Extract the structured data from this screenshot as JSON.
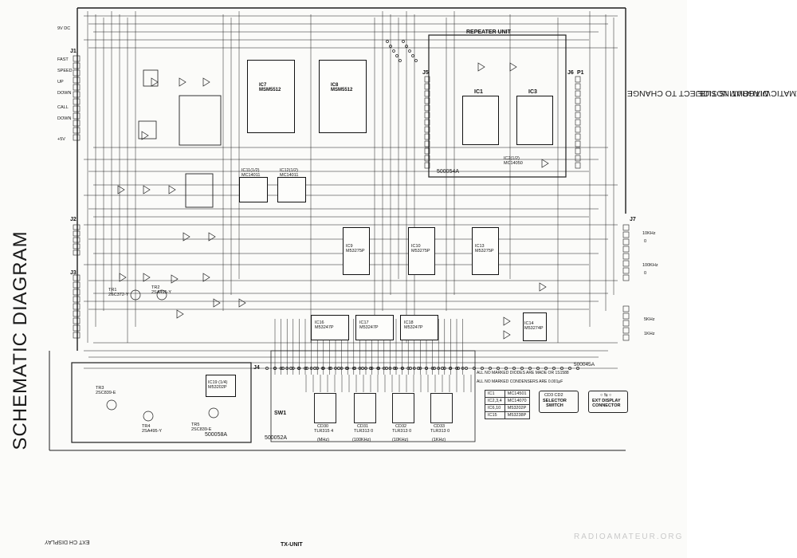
{
  "title": "SCHEMATIC DIAGRAM",
  "notice": [
    "THIS SCHEMATIC DIAGRAM IS SUBJECT TO CHANGE",
    "WITHOUT NOTICE"
  ],
  "repeater_unit": "REPEATER UNIT",
  "board_ids": {
    "repeater": "500054A",
    "main": "500052A",
    "lower_left": "500058A",
    "right": "500045A"
  },
  "connectors": {
    "j1": "J1",
    "j2": "J2",
    "j3": "J3",
    "j4": "J4",
    "j5": "J5",
    "j6": "J6",
    "j7": "J7",
    "p1": "P1",
    "sw1": "SW1"
  },
  "ics": {
    "ic7": "IC7\nMSM5512",
    "ic8": "IC8\nMSM5512",
    "ic1": "IC1",
    "ic3": "IC3",
    "ic11": "IC11(1/2)\nMC14011",
    "ic12": "IC12(1/2)\nMC14011",
    "ic16": "IC16\nM53247P",
    "ic17": "IC17\nM53247P",
    "ic18": "IC18\nM53247P",
    "ic9": "IC9\nM53275P",
    "ic10": "IC10\nM53275P",
    "ic13": "IC13\nM53275P",
    "ic14": "IC14\nM53274P",
    "ic19": "IC19 (1/4)\nM53202P",
    "ic2": "IC2(1/2)\nMC14050"
  },
  "transistors": {
    "tr1": "TR1\n2SC372-Y",
    "tr2": "TR2\n2SA495-Y",
    "tr3": "TR3\n2SC839-E",
    "tr4": "TR4\n2SA495-Y",
    "tr5": "TR5\n2SC839-E"
  },
  "displays": [
    {
      "name": "CD30",
      "part": "TLR315 4",
      "unit": "(MHz)"
    },
    {
      "name": "CD31",
      "part": "TLR313 0",
      "unit": "(100KHz)"
    },
    {
      "name": "CD32",
      "part": "TLR313 0",
      "unit": "(10KHz)"
    },
    {
      "name": "CD33",
      "part": "TLR313 0",
      "unit": "(1KHz)"
    }
  ],
  "notes": [
    "ALL NO MARKED DIODES ARE MADE OR 1S1588",
    "ALL NO MARKED CONDENSERS ARE 0.001μF"
  ],
  "legend": [
    [
      "IC1",
      "MC14501"
    ],
    [
      "IC2,3,4",
      "MC14070"
    ],
    [
      "IC6,10",
      "M53202P"
    ],
    [
      "IC15",
      "M53238P"
    ]
  ],
  "selector_switch": {
    "parts": "CD3  CD2",
    "label": "SELECTOR\nSWITCH"
  },
  "ext_display": {
    "label": "EXT DISPLAY\nCONNECTOR"
  },
  "j1_labels": [
    "FAST",
    "SPEED",
    "UP",
    "DOWN",
    "CALL",
    "DOWN",
    "+5V"
  ],
  "j7_labels": [
    "10KHz",
    "0",
    "100KHz",
    "0"
  ],
  "freq_labels": [
    "5KHz",
    "1KHz"
  ],
  "bottom_strip": {
    "mirror_left": "EXT CH DISPLAY",
    "tx_unit": "TX-UNIT"
  },
  "top_left_label": "9V DC",
  "watermark": "RADIOAMATEUR.ORG"
}
